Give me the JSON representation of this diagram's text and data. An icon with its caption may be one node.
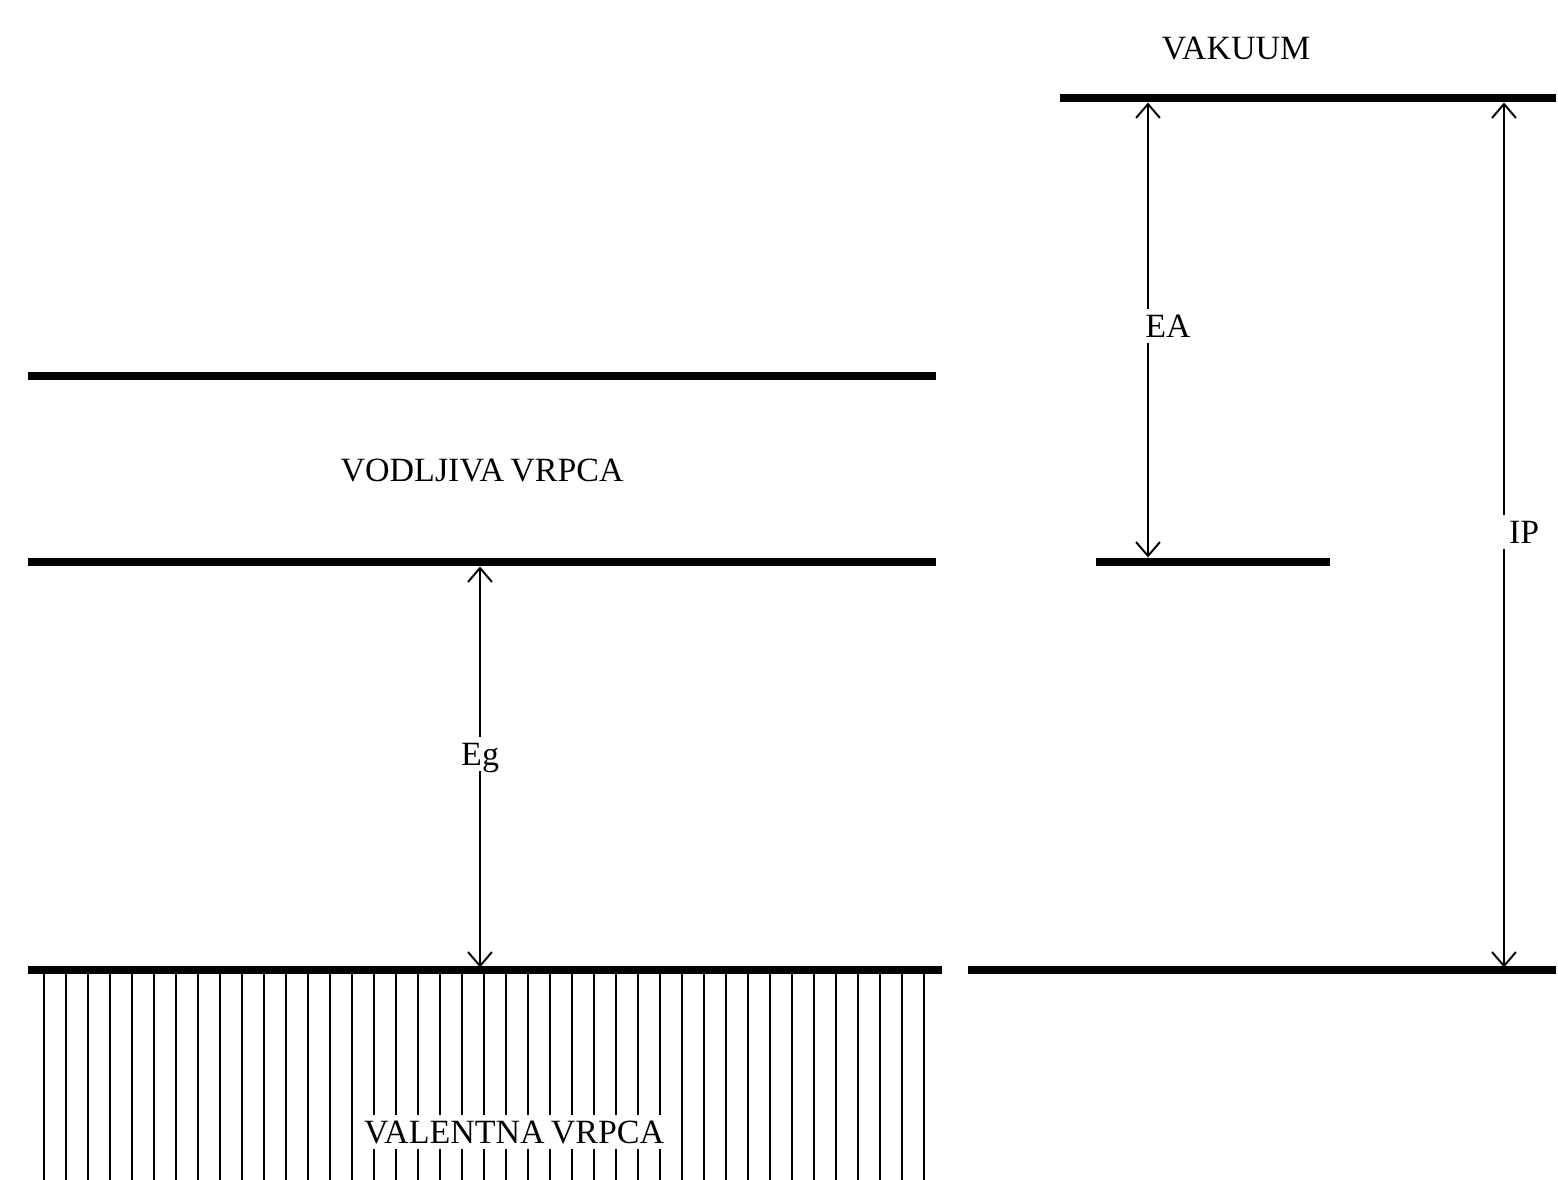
{
  "diagram": {
    "labels": [
      "VAKUUM",
      "EA",
      "VODLJIVA VRPCA",
      "IP",
      "Eg",
      "VALENTNA VRPCA"
    ]
  }
}
